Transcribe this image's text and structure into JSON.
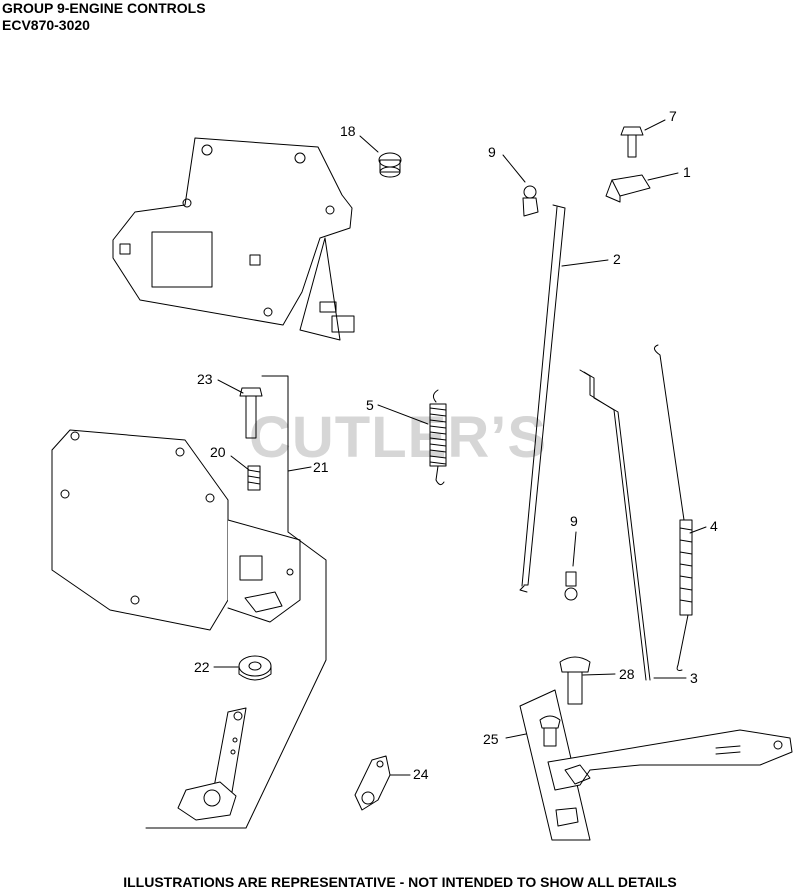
{
  "header": {
    "title": "GROUP 9-ENGINE CONTROLS",
    "model": "ECV870-3020"
  },
  "watermark": "CUTLER’S",
  "footer": "ILLUSTRATIONS ARE REPRESENTATIVE - NOT INTENDED TO SHOW ALL DETAILS",
  "callouts": [
    "18",
    "7",
    "9",
    "1",
    "2",
    "5",
    "23",
    "20",
    "21",
    "4",
    "9",
    "28",
    "3",
    "22",
    "25",
    "24"
  ]
}
